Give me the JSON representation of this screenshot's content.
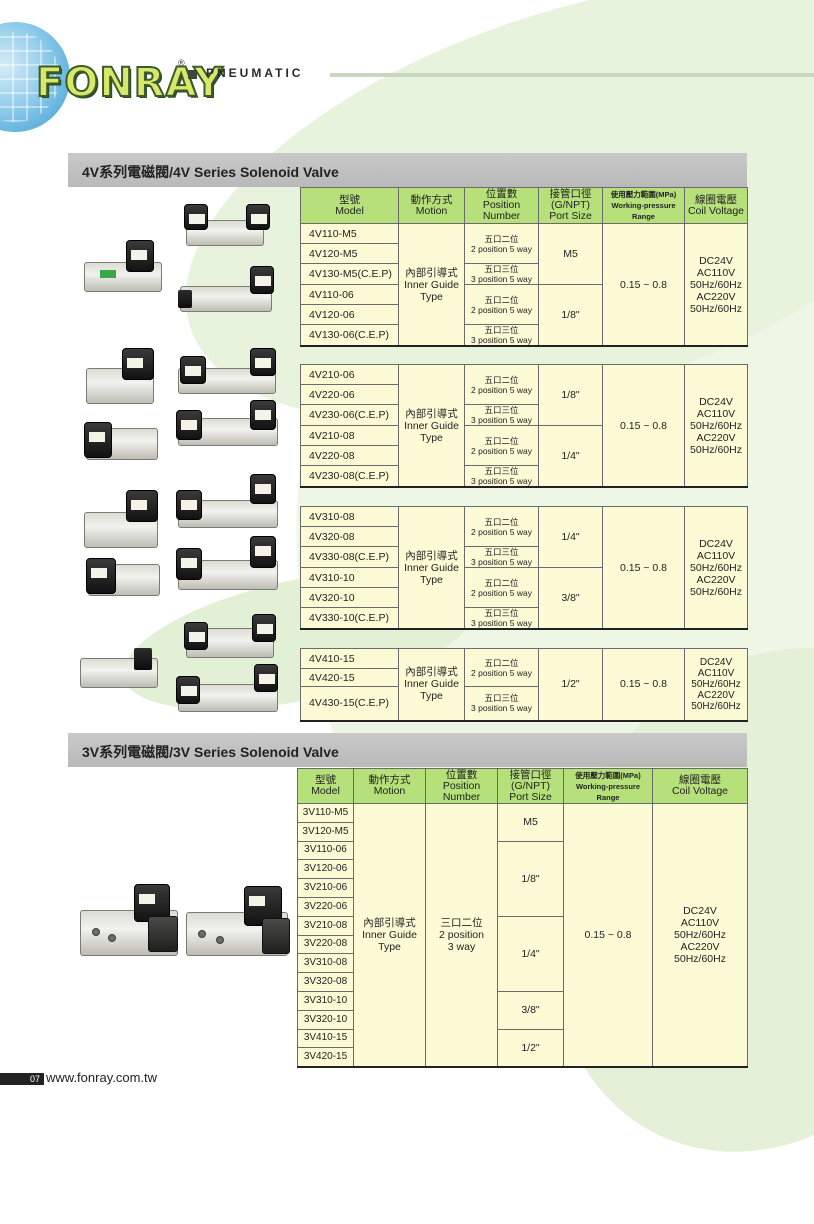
{
  "header": {
    "logo_text": "FONRAY",
    "logo_registered": "®",
    "brand_word": "PNEUMATIC"
  },
  "sections": {
    "s4v": {
      "title": "4V系列電磁閥/4V Series Solenoid Valve"
    },
    "s3v": {
      "title": "3V系列電磁閥/3V Series Solenoid Valve"
    }
  },
  "headers": {
    "model_cn": "型號",
    "model_en": "Model",
    "motion_cn": "動作方式",
    "motion_en": "Motion",
    "position_cn": "位置數",
    "position_en1": "Position",
    "position_en2": "Number",
    "port_cn": "接管口徑",
    "port_en1": "(G/NPT)",
    "port_en2": "Port Size",
    "pressure_cn": "使用壓力範圍(MPa)",
    "pressure_en1": "Working-pressure",
    "pressure_en2": "Range",
    "voltage_cn": "線圈電壓",
    "voltage_en": "Coil Voltage"
  },
  "common": {
    "motion_cn": "內部引導式",
    "motion_en1": "Inner Guide",
    "motion_en2": "Type",
    "pos5_cn": "五口二位",
    "pos5_en": "2 position 5 way",
    "pos53_cn": "五口三位",
    "pos53_en": "3 position 5 way",
    "pressure": "0.15 ~ 0.8",
    "voltage_lines": [
      "DC24V",
      "AC110V",
      "50Hz/60Hz",
      "AC220V",
      "50Hz/60Hz"
    ]
  },
  "tables": {
    "t4v100": {
      "models": [
        "4V110-M5",
        "4V120-M5",
        "4V130-M5(C.E.P)",
        "4V110-06",
        "4V120-06",
        "4V130-06(C.E.P)"
      ],
      "ports": [
        "M5",
        "1/8\""
      ]
    },
    "t4v200": {
      "models": [
        "4V210-06",
        "4V220-06",
        "4V230-06(C.E.P)",
        "4V210-08",
        "4V220-08",
        "4V230-08(C.E.P)"
      ],
      "ports": [
        "1/8\"",
        "1/4\""
      ]
    },
    "t4v300": {
      "models": [
        "4V310-08",
        "4V320-08",
        "4V330-08(C.E.P)",
        "4V310-10",
        "4V320-10",
        "4V330-10(C.E.P)"
      ],
      "ports": [
        "1/4\"",
        "3/8\""
      ]
    },
    "t4v400": {
      "models": [
        "4V410-15",
        "4V420-15",
        "4V430-15(C.E.P)"
      ],
      "ports": [
        "1/2\""
      ]
    },
    "t3v": {
      "models": [
        "3V110-M5",
        "3V120-M5",
        "3V110-06",
        "3V120-06",
        "3V210-06",
        "3V220-06",
        "3V210-08",
        "3V220-08",
        "3V310-08",
        "3V320-08",
        "3V310-10",
        "3V320-10",
        "3V410-15",
        "3V420-15"
      ],
      "position_cn": "三口二位",
      "position_en1": "2 position",
      "position_en2": "3 way",
      "ports": [
        "M5",
        "1/8\"",
        "1/4\"",
        "3/8\"",
        "1/2\""
      ]
    }
  },
  "footer": {
    "page_number": "07",
    "website": "www.fonray.com.tw"
  }
}
